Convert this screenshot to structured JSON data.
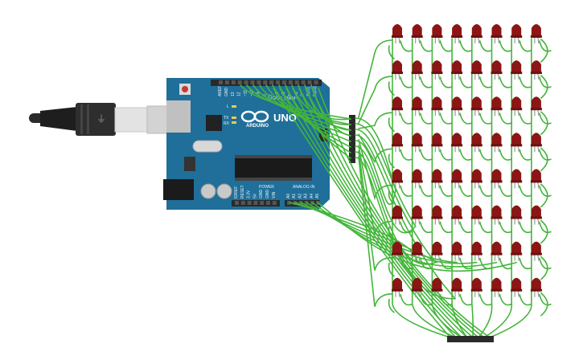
{
  "board": {
    "brand": "ARDUINO",
    "model": "UNO",
    "digital_header_label": "DIGITAL (PWM~)",
    "power_header_label": "POWER",
    "analog_header_label": "ANALOG IN",
    "led_labels": [
      "L",
      "TX",
      "RX"
    ],
    "top_pins": [
      "AREF",
      "GND",
      "13",
      "12",
      "~11",
      "~10",
      "~9",
      "8",
      "7",
      "~6",
      "~5",
      "4",
      "~3",
      "2",
      "TX>1",
      "RX<0"
    ],
    "power_pins": [
      "IOREF",
      "RESET",
      "3.3V",
      "5V",
      "GND",
      "GND",
      "VIN"
    ],
    "analog_pins": [
      "A0",
      "A1",
      "A2",
      "A3",
      "A4",
      "A5"
    ]
  },
  "matrix": {
    "rows": 8,
    "cols": 8
  },
  "colors": {
    "board": "#1f6f9a",
    "board_dark": "#175878",
    "wire": "#44b53b",
    "led_body": "#8c1515",
    "led_leg": "#9a9a9a",
    "header": "#2a2a2a",
    "usb_cable": "#2b2b2b"
  }
}
